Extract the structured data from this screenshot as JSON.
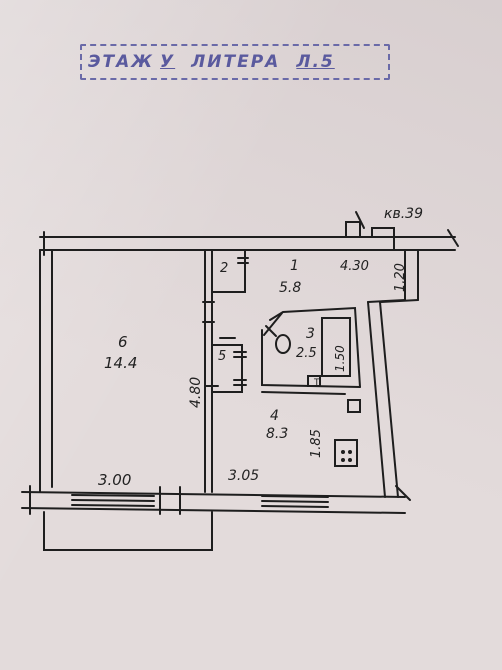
{
  "stamp": {
    "floor_word": "ЭТАЖ",
    "floor_value": "У",
    "litera_word": "ЛИТЕРА",
    "litera_value": "Л.5"
  },
  "apartment_label": "кв.39",
  "rooms": [
    {
      "number": "1",
      "area": "5.8"
    },
    {
      "number": "2",
      "area": ""
    },
    {
      "number": "3",
      "area": "2.5"
    },
    {
      "number": "4",
      "area": "8.3"
    },
    {
      "number": "5",
      "area": ""
    },
    {
      "number": "6",
      "area": "14.4"
    }
  ],
  "dimensions": {
    "corridor_length": "4.30",
    "entry_width": "1.20",
    "bath_length": "1.50",
    "room4_height": "1.85",
    "room6_height": "4.80",
    "room6_width": "3.00",
    "room4_width": "3.05"
  },
  "colors": {
    "ink": "#1e1e1e",
    "stamp": "#5a5a9e"
  }
}
